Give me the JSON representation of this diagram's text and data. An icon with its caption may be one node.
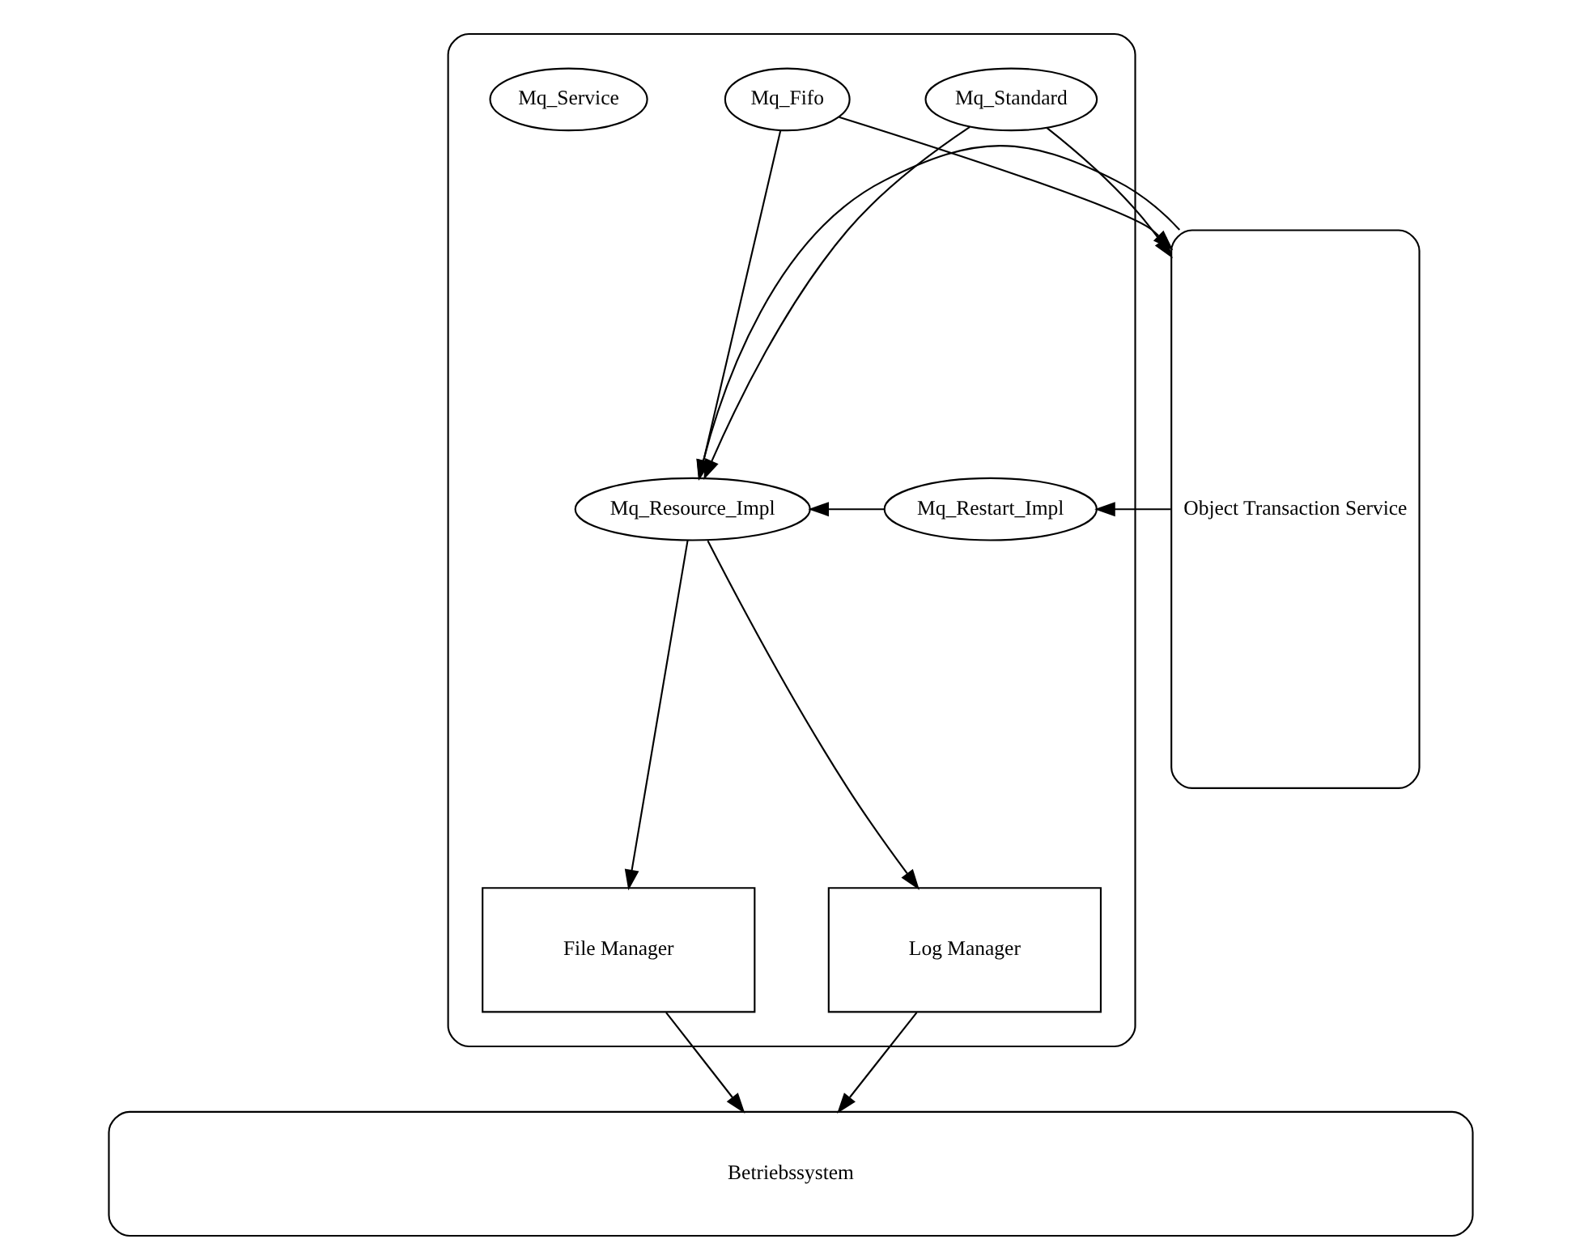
{
  "diagram": {
    "nodes": [
      {
        "text": [],
        "shape": "box"
      },
      {
        "text": [
          "Mq_Standard"
        ],
        "in": 0
      },
      {
        "text": [
          "Mq_Fifo"
        ],
        "in": 0
      },
      {
        "text": [
          "Mq_Service"
        ],
        "in": 0
      },
      {
        "text": [
          "Mq_Resource_Impl"
        ],
        "in": 0
      },
      {
        "text": [
          "Mq_Restart_Impl"
        ],
        "in": 0
      },
      {
        "text": [
          "File Manager"
        ],
        "in": 0
      },
      {
        "text": [
          "Log Manager"
        ],
        "in": 0
      },
      {
        "text": [
          "Object Transaction Service"
        ]
      },
      {
        "text": [
          "Betriebssystem"
        ]
      }
    ],
    "edges": [
      {
        "from": 1,
        "to": 4,
        "arrow": "to"
      },
      {
        "from": 2,
        "to": 4,
        "arrow": "to"
      },
      {
        "from": 2,
        "to": 8,
        "arrow": "to"
      },
      {
        "from": 1,
        "to": 8,
        "arrow": "to"
      },
      {
        "from": 5,
        "to": 4,
        "arrow": "to"
      },
      {
        "from": 8,
        "to": 5,
        "arrow": "to"
      },
      {
        "from": 8,
        "to": 4,
        "arrow": "to"
      },
      {
        "from": 4,
        "to": 6,
        "arrow": "to"
      },
      {
        "from": 4,
        "to": 7,
        "arrow": "to"
      },
      {
        "from": 6,
        "to": 9,
        "arrow": "to"
      },
      {
        "from": 7,
        "to": 9,
        "arrow": "to"
      }
    ]
  }
}
